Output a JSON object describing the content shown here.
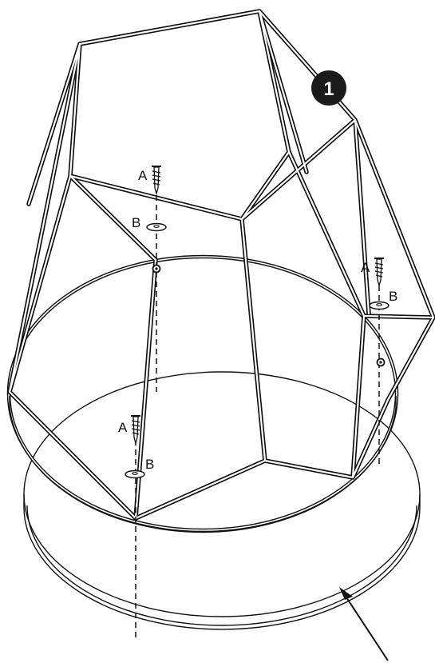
{
  "step": {
    "number": "1",
    "badge_color": "#1a1a1a"
  },
  "parts": {
    "screw_label": "A",
    "washer_label": "B",
    "screw_icon": "screw-icon",
    "washer_icon": "washer-icon"
  },
  "colors": {
    "line": "#111111",
    "background": "#ffffff"
  }
}
